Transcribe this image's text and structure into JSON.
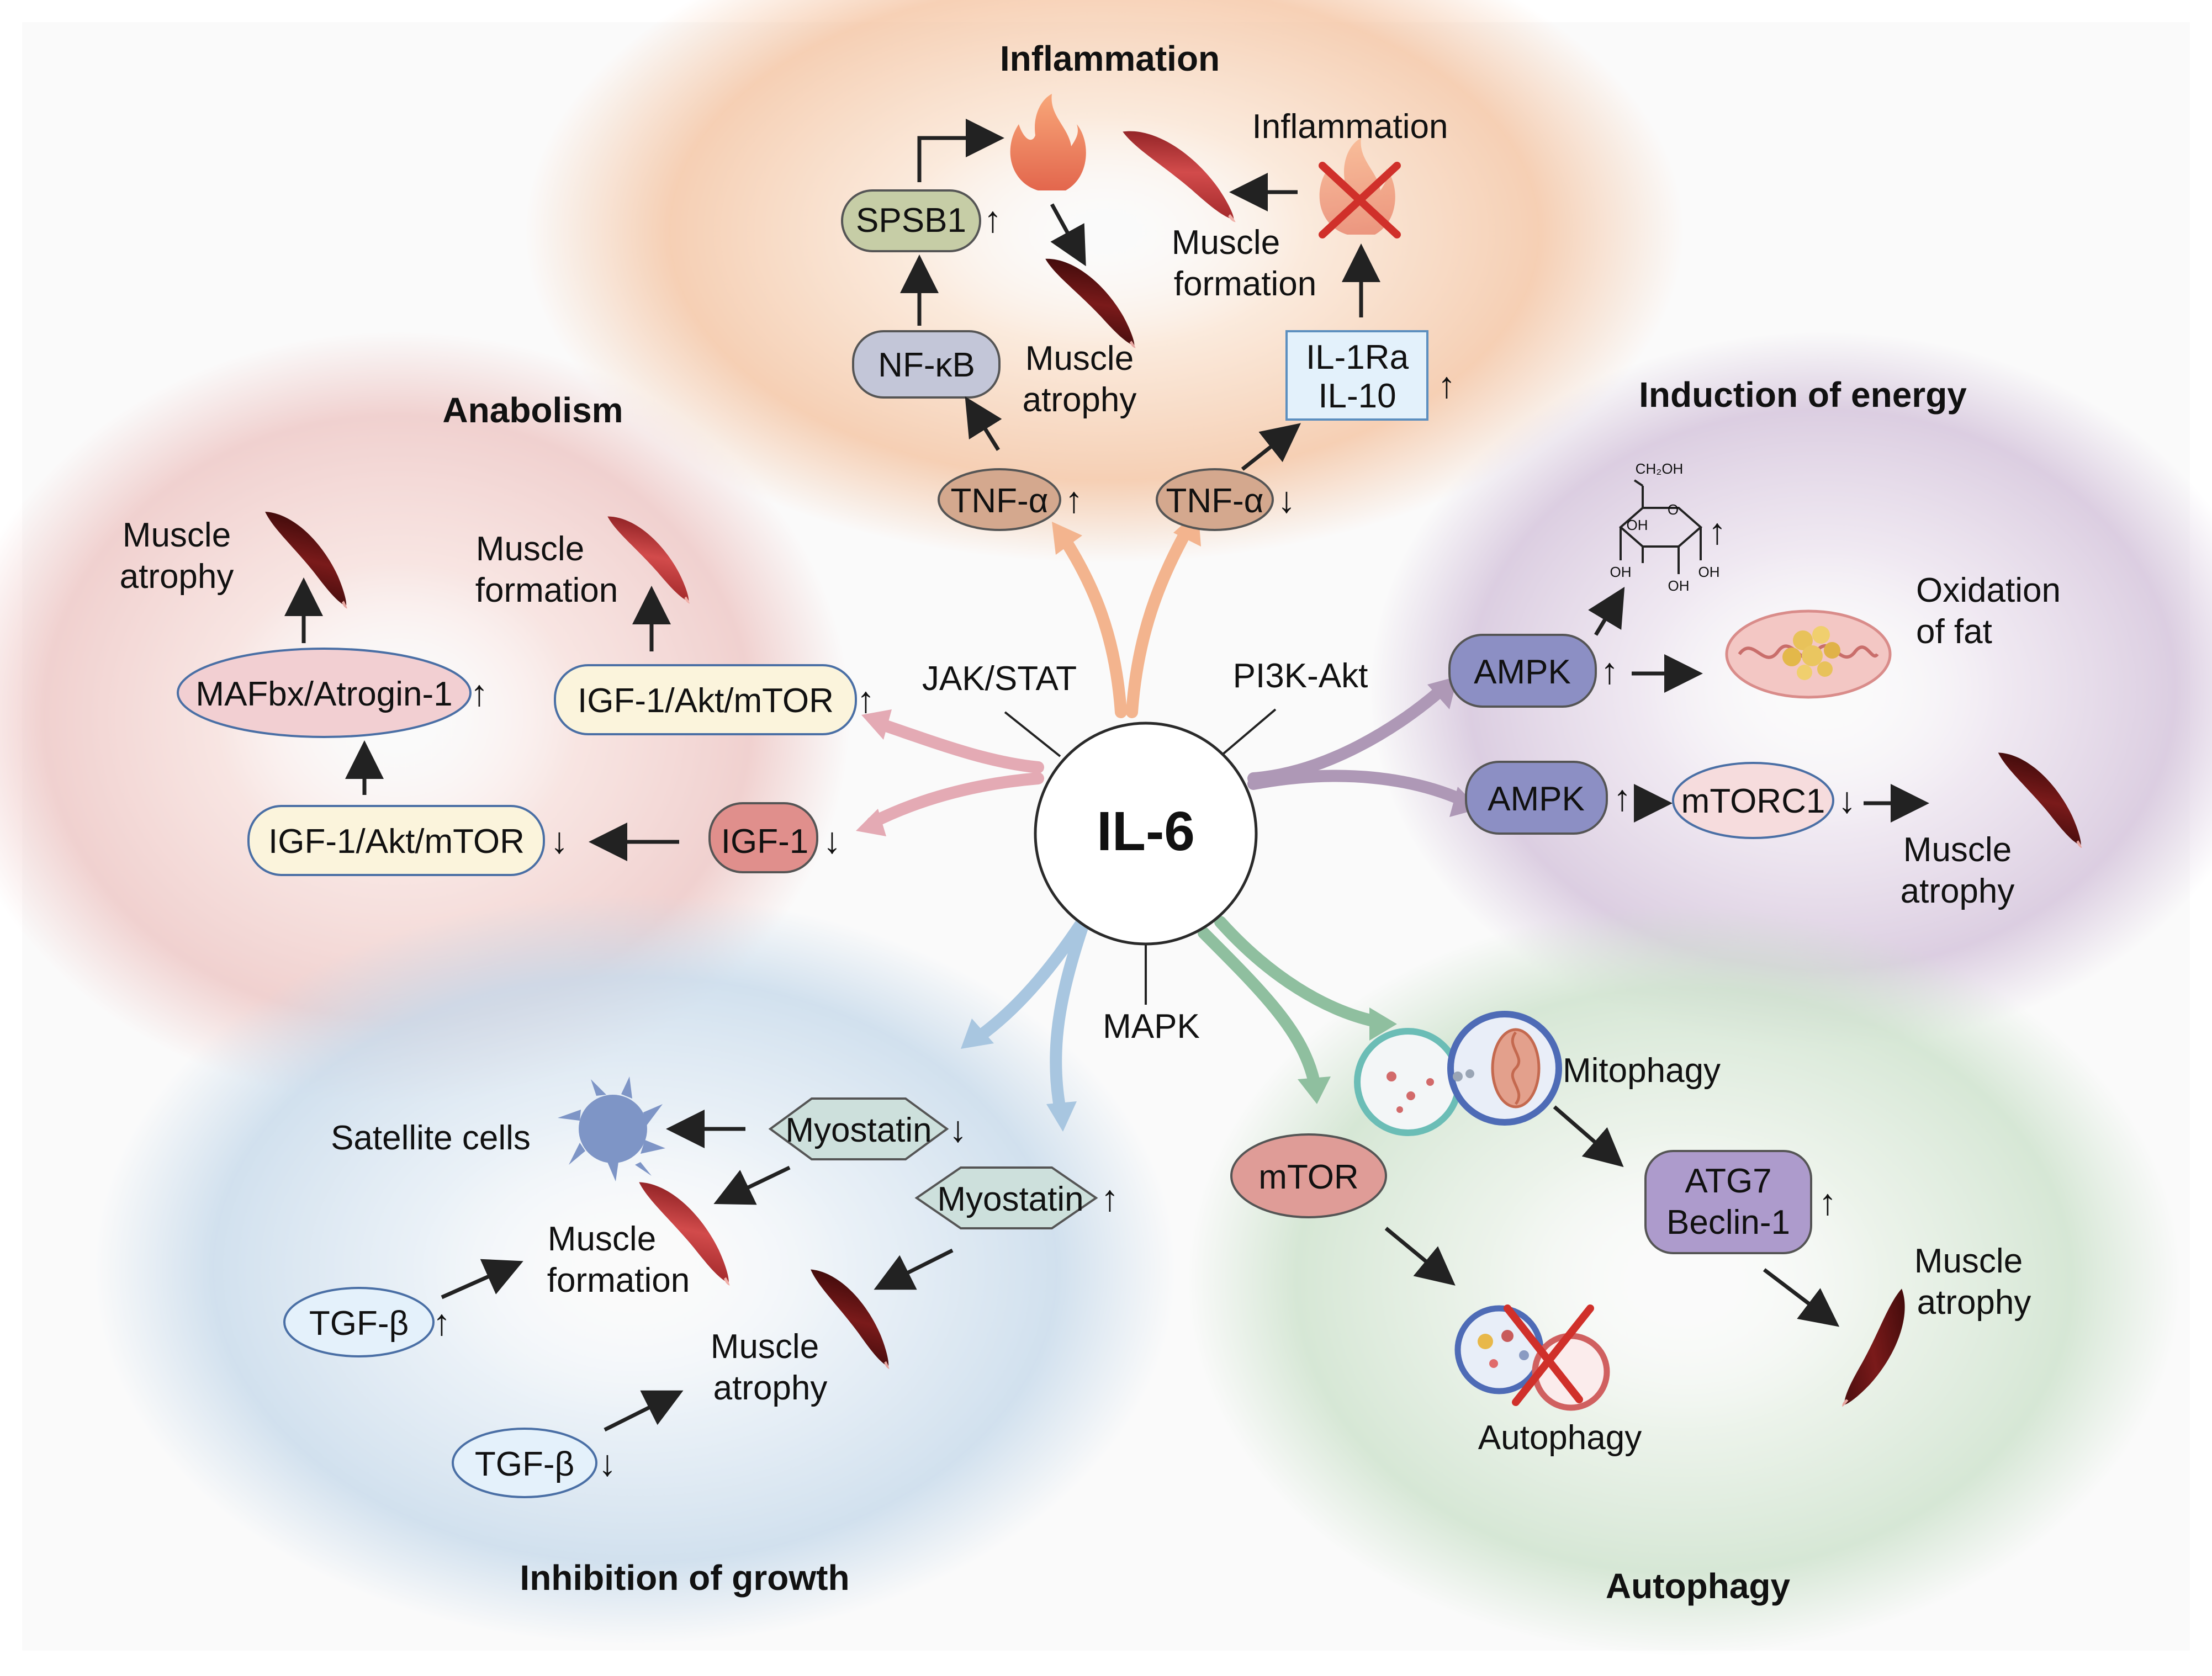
{
  "center": {
    "label": "IL-6"
  },
  "pathways": {
    "jak": "JAK/STAT",
    "pi3k": "PI3K-Akt",
    "mapk": "MAPK"
  },
  "sections": {
    "inflammation": "Inflammation",
    "anabolism": "Anabolism",
    "energy": "Induction of energy",
    "growth": "Inhibition of growth",
    "autophagy": "Autophagy"
  },
  "inflammation": {
    "tnf_up": "TNF-α",
    "tnf_up_arrow": "↑",
    "tnf_down": "TNF-α",
    "tnf_down_arrow": "↓",
    "nfkb": "NF-κB",
    "spsb1": "SPSB1",
    "spsb1_arrow": "↑",
    "il1ra": "IL-1Ra",
    "il10": "IL-10",
    "il_arrow": "↑",
    "atrophy_1": "Muscle",
    "atrophy_2": "atrophy",
    "formation_1": "Muscle",
    "formation_2": "formation",
    "blocked_label": "Inflammation"
  },
  "anabolism": {
    "igf1": "IGF-1",
    "igf1_arrow": "↓",
    "igf_akt_down": "IGF-1/Akt/mTOR",
    "igf_akt_down_arrow": "↓",
    "mafbx": "MAFbx/Atrogin-1",
    "mafbx_arrow": "↑",
    "igf_akt_up": "IGF-1/Akt/mTOR",
    "igf_akt_up_arrow": "↑",
    "atrophy_1": "Muscle",
    "atrophy_2": "atrophy",
    "formation_1": "Muscle",
    "formation_2": "formation"
  },
  "energy": {
    "ampk1": "AMPK",
    "ampk1_arrow": "↑",
    "ampk2": "AMPK",
    "ampk2_arrow": "↑",
    "mtorc1": "mTORC1",
    "mtorc1_arrow": "↓",
    "glucose_arrow": "↑",
    "glucose_labels": [
      "CH₂OH",
      "O",
      "OH",
      "OH",
      "OH",
      "OH"
    ],
    "fat_1": "Oxidation",
    "fat_2": "of fat",
    "atrophy_1": "Muscle",
    "atrophy_2": "atrophy"
  },
  "growth": {
    "myostatin_down": "Myostatin",
    "myostatin_down_arrow": "↓",
    "myostatin_up": "Myostatin",
    "myostatin_up_arrow": "↑",
    "satellite": "Satellite cells",
    "tgf_up": "TGF-β",
    "tgf_up_arrow": "↑",
    "tgf_down": "TGF-β",
    "tgf_down_arrow": "↓",
    "formation_1": "Muscle",
    "formation_2": "formation",
    "atrophy_1": "Muscle",
    "atrophy_2": "atrophy"
  },
  "autophagy": {
    "mtor": "mTOR",
    "mitophagy": "Mitophagy",
    "atg7": "ATG7",
    "beclin": "Beclin-1",
    "atg_arrow": "↑",
    "autophagy_label": "Autophagy",
    "atrophy_1": "Muscle",
    "atrophy_2": "atrophy"
  },
  "colors": {
    "inflammation_bg": "#f6c9a6",
    "anabolism_bg": "#efc6c6",
    "energy_bg": "#d6c6dd",
    "growth_bg": "#c9dcec",
    "autophagy_bg": "#cfe3cf",
    "muscle_dark": "#6e1616",
    "muscle_red": "#b8373a",
    "ampk_fill": "#8c8fc4",
    "atg_fill": "#ad9bcc"
  }
}
